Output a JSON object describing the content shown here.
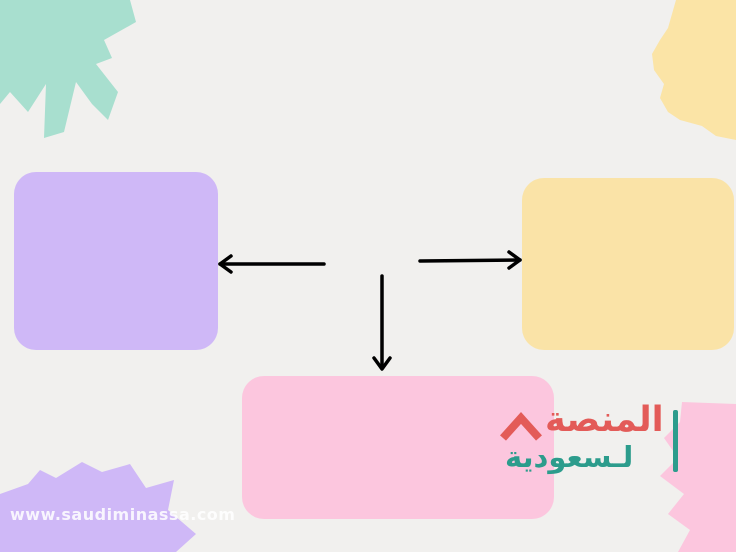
{
  "diagram": {
    "boxes": [
      {
        "id": "left",
        "color": "#cfb8f7"
      },
      {
        "id": "right",
        "color": "#fae3a7"
      },
      {
        "id": "bottom",
        "color": "#fcc6de"
      }
    ],
    "arrows": [
      {
        "direction": "left",
        "target": "left"
      },
      {
        "direction": "right",
        "target": "right"
      },
      {
        "direction": "down",
        "target": "bottom"
      }
    ],
    "arrow_color": "#000000"
  },
  "logo": {
    "line1": "المنصة",
    "line2": "لـسعودية",
    "icon": "house-icon",
    "colors": {
      "red": "#e35b58",
      "teal": "#2c9c8c"
    }
  },
  "watermark": "www.saudiminassa.com",
  "decorations": [
    {
      "name": "teal-burst",
      "color": "#a8dfcf"
    },
    {
      "name": "yellow-blob",
      "color": "#fbe4a6"
    },
    {
      "name": "purple-splash",
      "color": "#cfb8f7"
    },
    {
      "name": "pink-splash",
      "color": "#fcc6de"
    }
  ]
}
